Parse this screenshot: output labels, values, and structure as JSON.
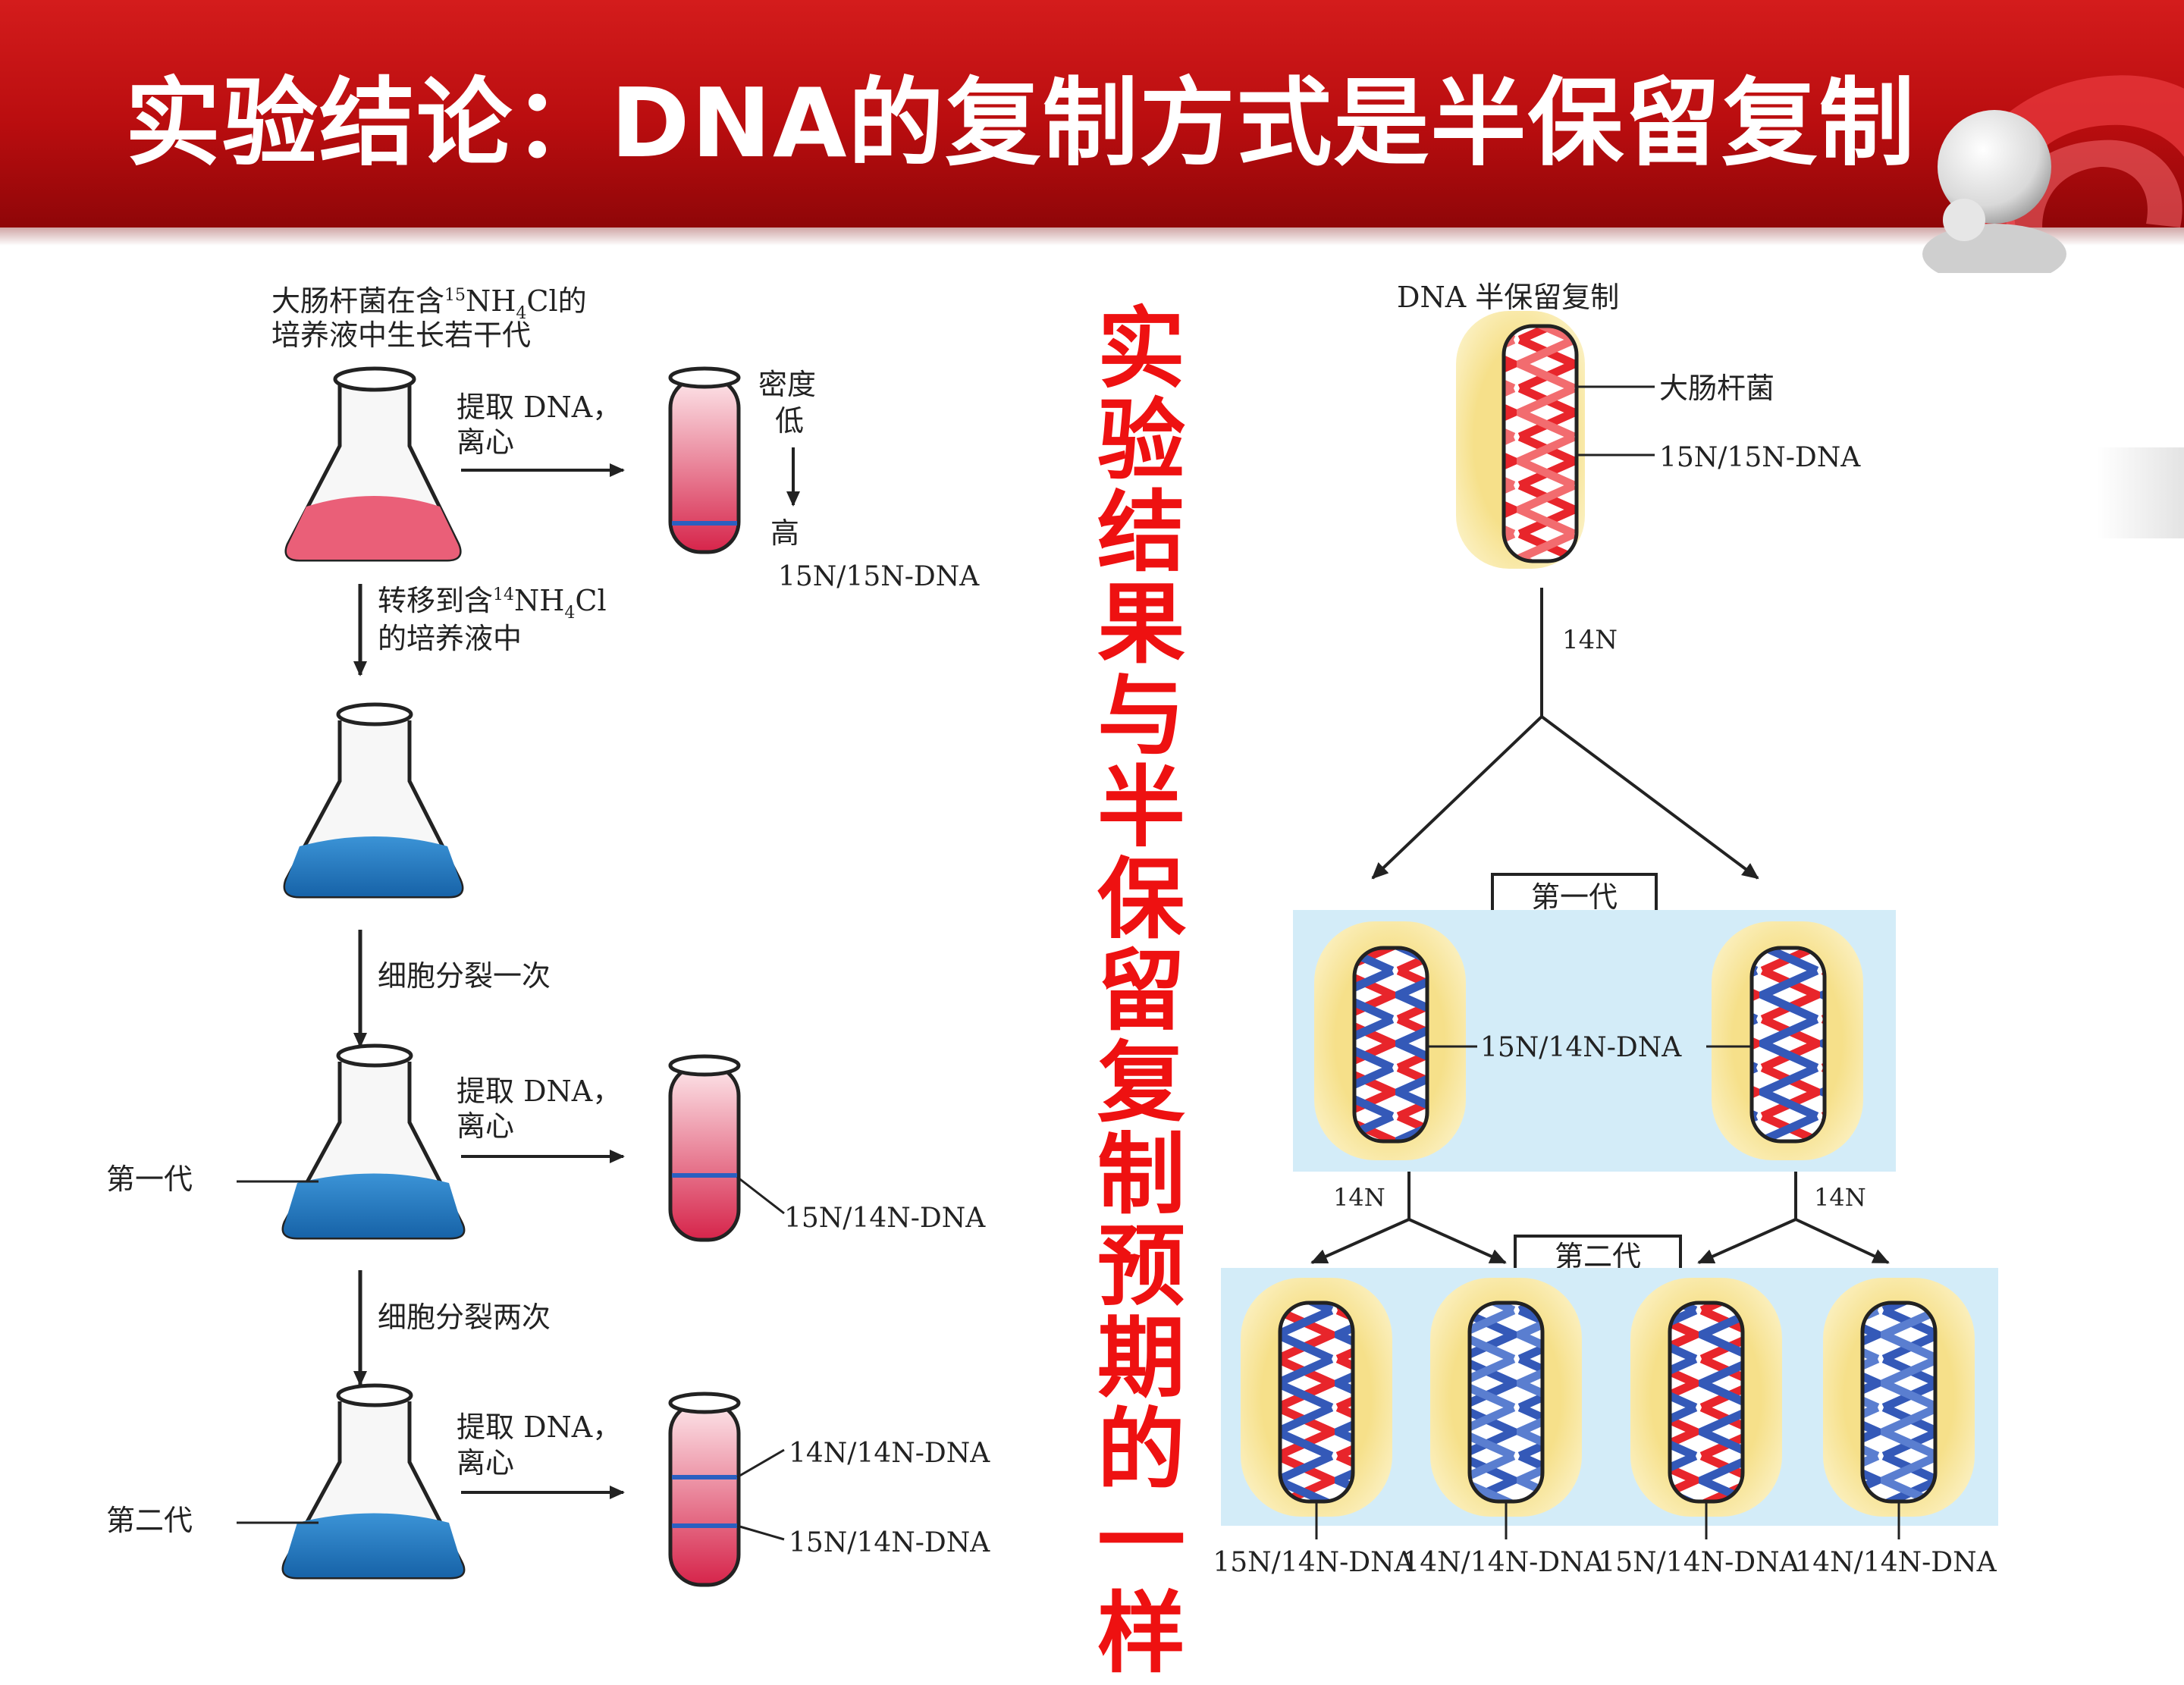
{
  "title": "实验结论：DNA的复制方式是半保留复制",
  "vertical_conclusion": "实验结果与半保留复制预期的一样",
  "left_diagram": {
    "culture_line1": "大肠杆菌在含",
    "culture_iso": "15",
    "culture_line1b": "NH",
    "culture_sub": "4",
    "culture_line1c": "Cl的",
    "culture_line2": "培养液中生长若干代",
    "extract_line1": "提取 DNA，",
    "extract_line2": "离心",
    "density_line1": "密度",
    "density_line2": "低",
    "density_high": "高",
    "label_15_15": "15N/15N-DNA",
    "transfer_line1": "转移到含",
    "transfer_iso": "14",
    "transfer_line1b": "NH",
    "transfer_sub": "4",
    "transfer_line1c": "Cl",
    "transfer_line2": "的培养液中",
    "divide_once": "细胞分裂一次",
    "divide_twice": "细胞分裂两次",
    "gen1": "第一代",
    "gen2": "第二代",
    "label_15_14": "15N/14N-DNA",
    "label_14_14": "14N/14N-DNA"
  },
  "right_diagram": {
    "header": "DNA 半保留复制",
    "ecoli_label": "大肠杆菌",
    "parent_dna": "15N/15N-DNA",
    "n14": "14N",
    "gen1": "第一代",
    "gen1_dna": "15N/14N-DNA",
    "gen2": "第二代",
    "bottom_labels": [
      "15N/14N-DNA",
      "14N/14N-DNA",
      "15N/14N-DNA",
      "14N/14N-DNA"
    ]
  },
  "colors": {
    "banner_red": "#c0101a",
    "vertical_text": "#ee1111",
    "heavy_strand": "#e8252b",
    "light_strand": "#3459b8",
    "cell_yellow": "#f6e08a",
    "panel_blue": "#d3ecf8",
    "flask_pink": "#e85a72",
    "flask_blue": "#1f78c0"
  }
}
